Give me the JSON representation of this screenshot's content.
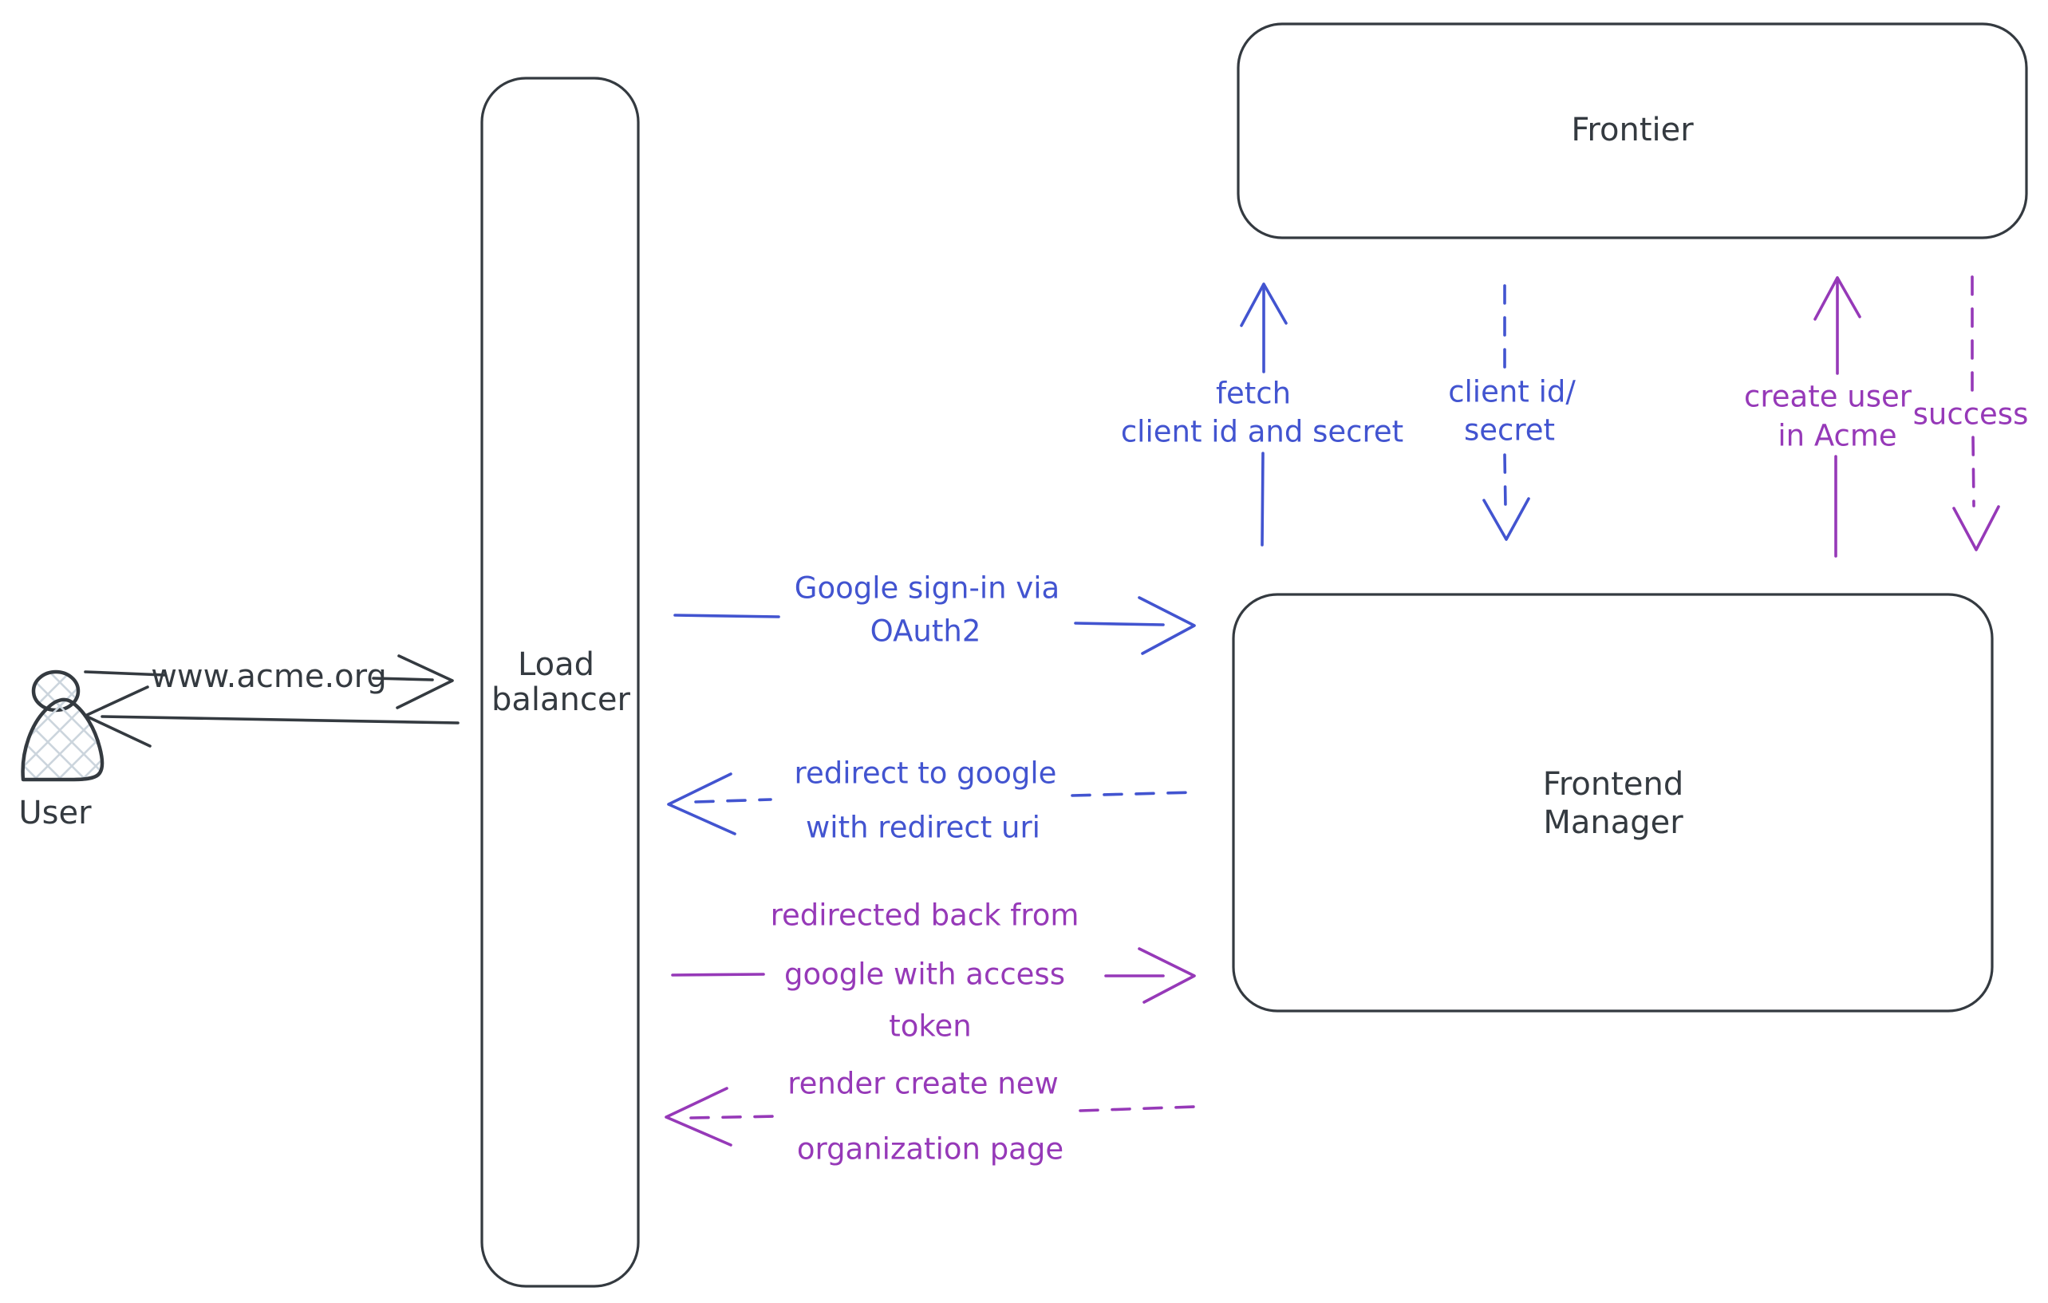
{
  "colors": {
    "ink": "#343a40",
    "blue": "#4254d0",
    "purple": "#9639b8",
    "hatch": "#ccd5dd",
    "background": "#ffffff"
  },
  "nodes": {
    "user": {
      "label": "User"
    },
    "load_balancer": {
      "lines": [
        "Load",
        "balancer"
      ]
    },
    "frontier": {
      "label": "Frontier"
    },
    "frontend_manager": {
      "lines": [
        "Frontend",
        "Manager"
      ]
    }
  },
  "messages": {
    "www_acme": {
      "label": "www.acme.org"
    },
    "google_signin": {
      "lines": [
        "Google sign-in via",
        "OAuth2"
      ]
    },
    "redirect_google": {
      "lines": [
        "redirect to google",
        "with redirect uri"
      ]
    },
    "redirected_back": {
      "lines": [
        "redirected back from",
        "google with access",
        "token"
      ]
    },
    "render_create": {
      "lines": [
        "render create new",
        "organization page"
      ]
    },
    "fetch_client": {
      "lines": [
        "fetch",
        "client id and secret"
      ]
    },
    "client_id_secret": {
      "lines": [
        "client id/",
        "secret"
      ]
    },
    "create_user": {
      "lines": [
        "create user",
        "in Acme"
      ]
    },
    "success": {
      "label": "success"
    }
  }
}
